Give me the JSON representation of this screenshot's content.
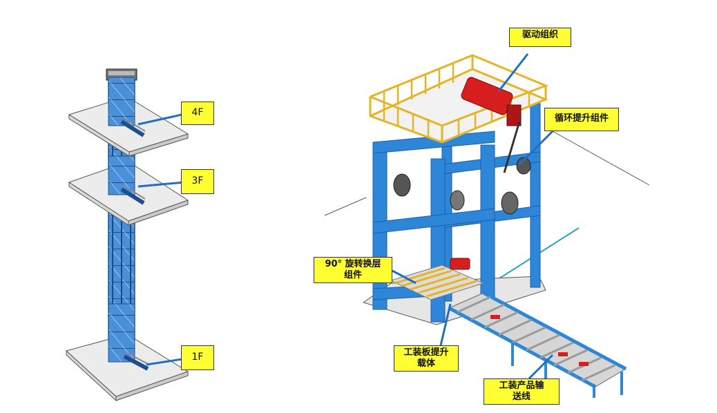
{
  "floor_labels": [
    "4F",
    "3F",
    "1F"
  ],
  "components": {
    "drive": "驱动组织",
    "cyclic_lift": "循环提升组件",
    "rotation_line1": "90° 旋转换层",
    "rotation_line2": "组件",
    "carrier_line1": "工装板提升",
    "carrier_line2": "载体",
    "conveyor_line1": "工装产品输",
    "conveyor_line2": "送线"
  },
  "colors": {
    "frame": "#2e86d8",
    "frame_dark": "#1a5fa8",
    "railing": "#e6b422",
    "motor": "#d81f1f",
    "callout": "#ffff33",
    "floor": "#ececec"
  }
}
